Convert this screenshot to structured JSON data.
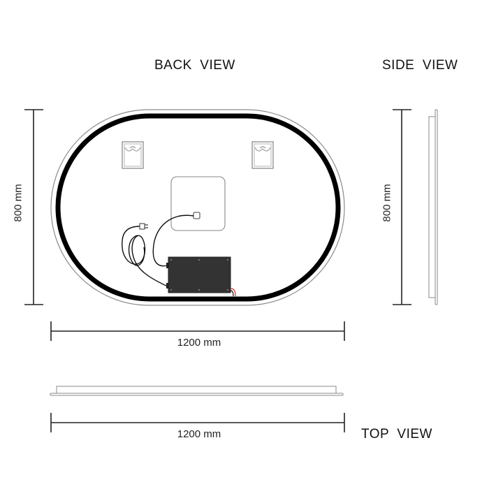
{
  "titles": {
    "back_view": "BACK  VIEW",
    "side_view": "SIDE  VIEW",
    "top_view": "TOP  VIEW"
  },
  "dimensions": {
    "back_height": "800 mm",
    "back_width": "1200 mm",
    "side_height": "800 mm",
    "top_width": "1200 mm"
  },
  "components": {
    "mirror_shape": "oval-stadium",
    "hanging_brackets": 2,
    "touch_panel": "rounded-square",
    "power_box": "driver-box",
    "power_plug": "plug-icon"
  },
  "colors": {
    "led_strip": "#000000",
    "outline": "#808080",
    "driver_box": "#333333",
    "wire_red": "#d22222"
  }
}
